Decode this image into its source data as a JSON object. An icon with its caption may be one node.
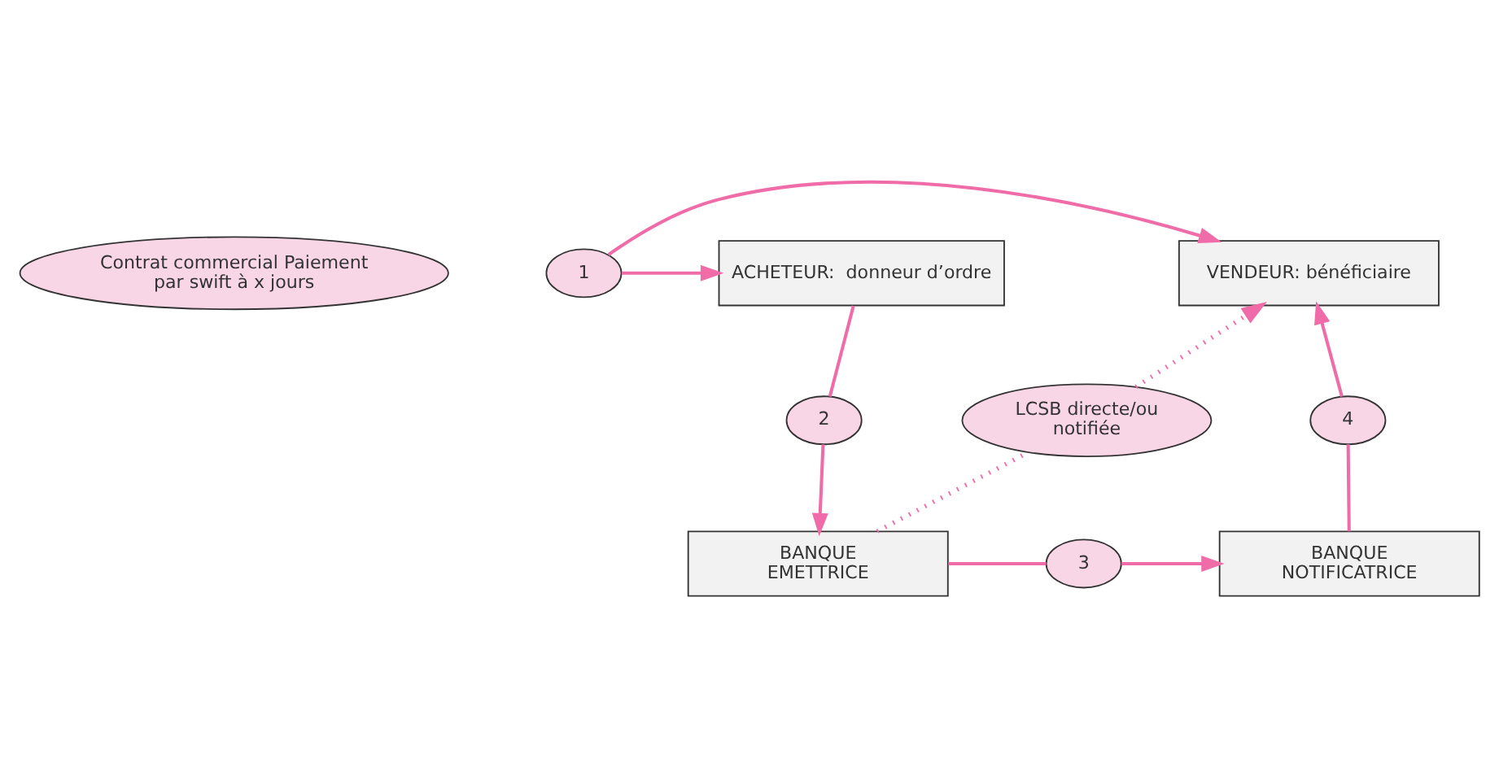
{
  "diagram": {
    "nodes": [
      {
        "text": [
          "Contrat commercial Paiement par swift à x jours"
        ]
      },
      {
        "text": [
          "VENDEUR: bénéficiaire"
        ]
      },
      {
        "text": [
          "1"
        ]
      },
      {
        "text": [
          "ACHETEUR:  donneur d’ordre"
        ]
      },
      {
        "text": [
          "4"
        ]
      },
      {
        "text": [
          "LCSB directe/ou notifiée"
        ]
      },
      {
        "text": [
          "2"
        ]
      },
      {
        "text": [
          "BANQUE NOTIFICATRICE"
        ]
      },
      {
        "text": [
          "3"
        ]
      },
      {
        "text": [
          "BANQUE EMETTRICE"
        ]
      }
    ],
    "edges": [
      {
        "from": 2,
        "to": 1,
        "arrow": "to"
      },
      {
        "from": 2,
        "to": 3,
        "arrow": "to"
      },
      {
        "from": 3,
        "to": 6,
        "arrow": "none"
      },
      {
        "from": 6,
        "to": 9,
        "arrow": "to"
      },
      {
        "from": 9,
        "to": 8,
        "arrow": "none"
      },
      {
        "from": 8,
        "to": 7,
        "arrow": "to"
      },
      {
        "from": 7,
        "to": 4,
        "arrow": "none"
      },
      {
        "from": 4,
        "to": 1,
        "arrow": "to"
      },
      {
        "from": 9,
        "to": 5,
        "arrow": "none",
        "style": "dashed"
      },
      {
        "from": 5,
        "to": 1,
        "arrow": "to",
        "style": "dashed"
      }
    ]
  }
}
